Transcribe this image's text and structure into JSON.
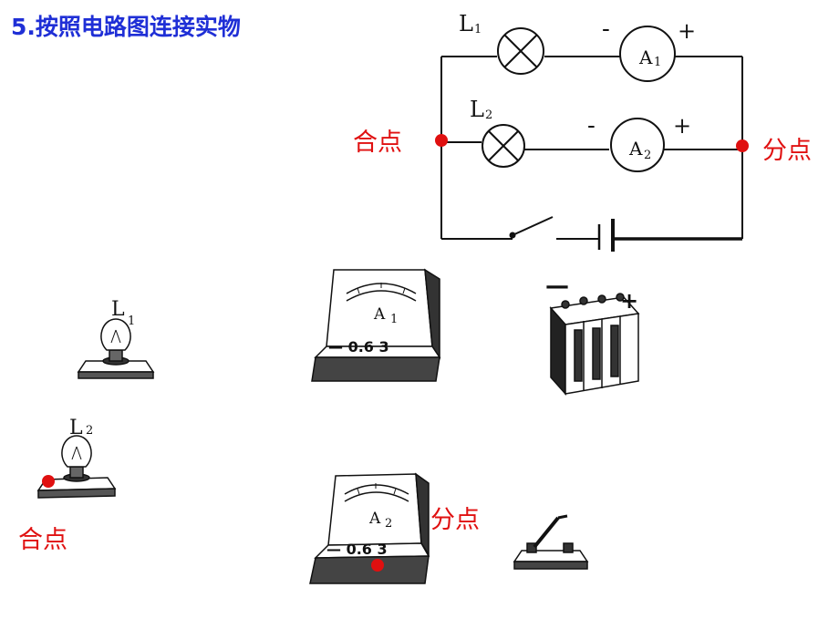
{
  "title": {
    "number": "5.",
    "text": "按照电路图连接实物"
  },
  "circuit": {
    "lamp1": {
      "letter": "L",
      "sub": "1"
    },
    "lamp2": {
      "letter": "L",
      "sub": "2"
    },
    "ammeter1": {
      "letter": "A",
      "sub": "1",
      "minus": "-",
      "plus": "+"
    },
    "ammeter2": {
      "letter": "A",
      "sub": "2",
      "minus": "-",
      "plus": "+"
    },
    "merge_label": "合点",
    "split_label": "分点"
  },
  "parts": {
    "lamp1": {
      "letter": "L",
      "sub": "1"
    },
    "lamp2": {
      "letter": "L",
      "sub": "2"
    },
    "ammeter1": {
      "letter": "A",
      "sub": "1",
      "scale": "— 0.6  3"
    },
    "ammeter2": {
      "letter": "A",
      "sub": "2",
      "scale": "— 0.6  3"
    },
    "battery": {
      "minus": "—",
      "plus": "+"
    },
    "merge_label": "合点",
    "split_label": "分点"
  },
  "colors": {
    "title": "#1f2fd6",
    "marker": "#e01010",
    "line": "#111111"
  }
}
